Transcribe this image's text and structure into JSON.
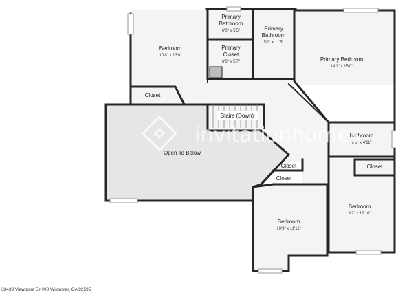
{
  "rooms": {
    "bedroom_nw": {
      "name": "Bedroom",
      "dims": "10'8\" x 13'0\""
    },
    "closet_nw": {
      "name": "Closet"
    },
    "primary_bathroom_a": {
      "name": "Primary Bathroom",
      "dims": "6'0\" x 5'5\""
    },
    "primary_bathroom_b": {
      "name": "Primary Bathroom",
      "dims": "5'2\" x 11'5\""
    },
    "primary_closet": {
      "name": "Primary Closet",
      "dims": "6'0\" x 5'7\""
    },
    "primary_bedroom": {
      "name": "Primary Bedroom",
      "dims": "14'1\" x 15'0\""
    },
    "stairs": {
      "name": "Stairs (Down)"
    },
    "open_to_below": {
      "name": "Open To Below"
    },
    "bathroom": {
      "name": "Bathroom",
      "dims": "9'5\" x 4'11\""
    },
    "closet_center_upper": {
      "name": "Closet"
    },
    "closet_center_lower": {
      "name": "Closet"
    },
    "closet_east": {
      "name": "Closet"
    },
    "bedroom_east": {
      "name": "Bedroom",
      "dims": "9'2\" x 12'10\""
    },
    "bedroom_south": {
      "name": "Bedroom",
      "dims": "10'3\" x 11'11\""
    }
  },
  "watermark": {
    "brand": "invitationhomes"
  },
  "footer": {
    "address": "33439 Viewpoint Dr #00 Wildomar, CA 92595"
  },
  "colors": {
    "wall": "#262626",
    "room_fill": "#f4f4f4",
    "open_fill": "#e6e6e6",
    "background": "#ffffff"
  }
}
